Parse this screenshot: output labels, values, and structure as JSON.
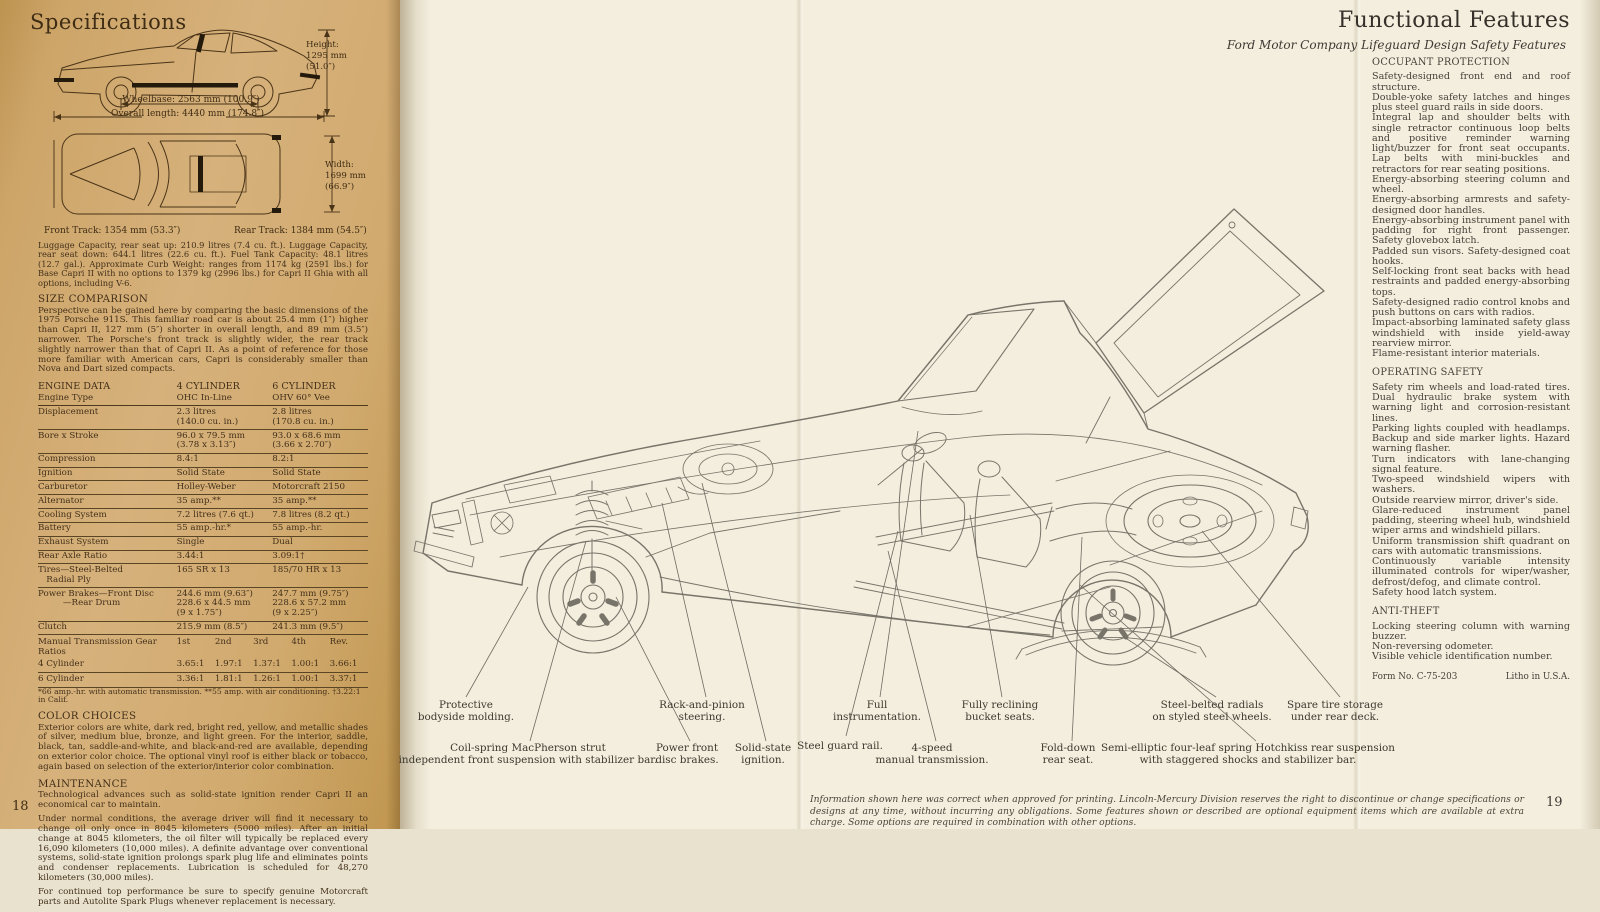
{
  "colors": {
    "left_page_background": "#d0a96e",
    "right_page_background": "#f3eedd",
    "left_ink": "#43301a",
    "right_ink": "#45403a",
    "line_art": "#78746a"
  },
  "left_page": {
    "page_number": "18",
    "title": "Specifications",
    "dimensions": {
      "height": "Height:\n1295 mm\n(51.0″)",
      "wheelbase": "Wheelbase: 2563 mm (100.9″)",
      "overall_length": "Overall length: 4440 mm (174.8″)",
      "width": "Width:\n1699 mm\n(66.9″)",
      "front_track": "Front Track: 1354 mm (53.3″)",
      "rear_track": "Rear Track: 1384 mm (54.5″)"
    },
    "luggage_paragraph": "Luggage Capacity, rear seat up: 210.9 litres (7.4 cu. ft.). Luggage Capacity, rear seat down: 644.1 litres (22.6 cu. ft.). Fuel Tank Capacity: 48.1 litres (12.7 gal.). Approximate Curb Weight: ranges from 1174 kg (2591 lbs.) for Base Capri II with no options to 1379 kg (2996 lbs.) for Capri II Ghia with all options, including V-6.",
    "size_comparison": {
      "heading": "SIZE COMPARISON",
      "body": "Perspective can be gained here by comparing the basic dimensions of the 1975 Porsche 911S. This familiar road car is about 25.4 mm (1″) higher than Capri II, 127 mm (5″) shorter in overall length, and 89 mm (3.5″) narrower. The Porsche's front track is slightly wider, the rear track slightly narrower than that of Capri II. As a point of reference for those more familiar with American cars, Capri is considerably smaller than Nova and Dart sized compacts."
    },
    "engine_table": {
      "heading": "ENGINE DATA",
      "col_4cyl": "4 CYLINDER",
      "col_6cyl": "6 CYLINDER",
      "rows": [
        {
          "label": "Engine Type",
          "v4": "OHC In-Line",
          "v6": "OHV 60° Vee"
        },
        {
          "label": "Displacement",
          "v4": "2.3 litres\n(140.0 cu. in.)",
          "v6": "2.8 litres\n(170.8 cu. in.)"
        },
        {
          "label": "Bore x Stroke",
          "v4": "96.0 x 79.5 mm\n(3.78 x 3.13″)",
          "v6": "93.0 x 68.6 mm\n(3.66 x 2.70″)"
        },
        {
          "label": "Compression",
          "v4": "8.4:1",
          "v6": "8.2:1"
        },
        {
          "label": "Ignition",
          "v4": "Solid State",
          "v6": "Solid State"
        },
        {
          "label": "Carburetor",
          "v4": "Holley-Weber",
          "v6": "Motorcraft 2150"
        },
        {
          "label": "Alternator",
          "v4": "35 amp.**",
          "v6": "35 amp.**"
        },
        {
          "label": "Cooling System",
          "v4": "7.2 litres (7.6 qt.)",
          "v6": "7.8 litres (8.2 qt.)"
        },
        {
          "label": "Battery",
          "v4": "55 amp.-hr.*",
          "v6": "55 amp.-hr."
        },
        {
          "label": "Exhaust System",
          "v4": "Single",
          "v6": "Dual"
        },
        {
          "label": "Rear Axle Ratio",
          "v4": "3.44:1",
          "v6": "3.09:1†"
        },
        {
          "label": "Tires—Steel-Belted\n   Radial Ply",
          "v4": "165 SR x 13",
          "v6": "185/70 HR x 13"
        },
        {
          "label": "Power Brakes—Front Disc\n         —Rear Drum",
          "v4": "244.6 mm (9.63″)\n228.6 x 44.5 mm\n(9 x 1.75″)",
          "v6": "247.7 mm (9.75″)\n228.6 x 57.2 mm\n(9 x 2.25″)"
        },
        {
          "label": "Clutch",
          "v4": "215.9 mm (8.5″)",
          "v6": "241.3 mm (9.5″)"
        }
      ],
      "gear_label": "Manual Transmission Gear Ratios",
      "gear_cols": [
        "1st",
        "2nd",
        "3rd",
        "4th",
        "Rev."
      ],
      "gear_rows": [
        {
          "label": "4 Cylinder",
          "values": [
            "3.65:1",
            "1.97:1",
            "1.37:1",
            "1.00:1",
            "3.66:1"
          ]
        },
        {
          "label": "6 Cylinder",
          "values": [
            "3.36:1",
            "1.81:1",
            "1.26:1",
            "1.00:1",
            "3.37:1"
          ]
        }
      ],
      "footnote": "*66 amp.-hr. with automatic transmission.  **55 amp. with air conditioning.  †3.22:1 in Calif."
    },
    "color_choices": {
      "heading": "COLOR CHOICES",
      "body": "Exterior colors are white, dark red, bright red, yellow, and metallic shades of silver, medium blue, bronze, and light green. For the interior, saddle, black, tan, saddle-and-white, and black-and-red are available, depending on exterior color choice. The optional vinyl roof is either black or tobacco, again based on selection of the exterior/interior color combination."
    },
    "maintenance": {
      "heading": "MAINTENANCE",
      "paragraphs": [
        "Technological advances such as solid-state ignition render Capri II an economical car to maintain.",
        "Under normal conditions, the average driver will find it necessary to change oil only once in 8045 kilometers (5000 miles). After an initial change at 8045 kilometers, the oil filter will typically be replaced every 16,090 kilometers (10,000 miles). A definite advantage over conventional systems, solid-state ignition prolongs spark plug life and eliminates points and condenser replacements. Lubrication is scheduled for 48,270 kilometers (30,000 miles).",
        "For continued top performance be sure to specify genuine Motorcraft parts and Autolite Spark Plugs whenever replacement is necessary."
      ]
    }
  },
  "right_page": {
    "page_number": "19",
    "title": "Functional Features",
    "subtitle": "Ford Motor Company Lifeguard Design Safety Features",
    "sections": [
      {
        "heading": "OCCUPANT PROTECTION",
        "items": [
          "Safety-designed front end and roof structure.",
          "Double-yoke safety latches and hinges plus steel guard rails in side doors.",
          "Integral lap and shoulder belts with single retractor continuous loop belts and positive reminder warning light/buzzer for front seat occupants. Lap belts with mini-buckles and retractors for rear seating positions.",
          "Energy-absorbing steering column and wheel.",
          "Energy-absorbing armrests and safety-designed door handles.",
          "Energy-absorbing instrument panel with padding for right front passenger. Safety glovebox latch.",
          "Padded sun visors. Safety-designed coat hooks.",
          "Self-locking front seat backs with head restraints and padded energy-absorbing tops.",
          "Safety-designed radio control knobs and push buttons on cars with radios.",
          "Impact-absorbing laminated safety glass windshield with inside yield-away rearview mirror.",
          "Flame-resistant interior materials."
        ]
      },
      {
        "heading": "OPERATING SAFETY",
        "items": [
          "Safety rim wheels and load-rated tires. Dual hydraulic brake system with warning light and corrosion-resistant lines.",
          "Parking lights coupled with headlamps. Backup and side marker lights. Hazard warning flasher.",
          "Turn indicators with lane-changing signal feature.",
          "Two-speed windshield wipers with washers.",
          "Outside rearview mirror, driver's side.",
          "Glare-reduced instrument panel padding, steering wheel hub, windshield wiper arms and windshield pillars.",
          "Uniform transmission shift quadrant on cars with automatic transmissions.",
          "Continuously variable intensity illuminated controls for wiper/washer, defrost/defog, and climate control.",
          "Safety hood latch system."
        ]
      },
      {
        "heading": "ANTI-THEFT",
        "items": [
          "Locking steering column with warning buzzer.",
          "Non-reversing odometer.",
          "Visible vehicle identification number."
        ]
      }
    ],
    "form_number": "Form No. C-75-203",
    "litho": "Litho in U.S.A.",
    "callouts": [
      "Protective\nbodyside molding.",
      "Coil-spring MacPherson strut\nindependent front suspension with stabilizer bar.",
      "Rack-and-pinion\nsteering.",
      "Power front\ndisc brakes.",
      "Solid-state\nignition.",
      "Steel guard rail.",
      "Full\ninstrumentation.",
      "4-speed\nmanual transmission.",
      "Fully reclining\nbucket seats.",
      "Fold-down\nrear seat.",
      "Steel-belted radials\non styled steel wheels.",
      "Semi-elliptic four-leaf spring Hotchkiss rear suspension\nwith staggered shocks and stabilizer bar.",
      "Spare tire storage\nunder rear deck."
    ],
    "disclaimer": "Information shown here was correct when approved for printing. Lincoln-Mercury Division reserves the right to discontinue or change specifications or designs at any time, without incurring any obligations. Some features shown or described are optional equipment items which are available at extra charge. Some options are required in combination with other options."
  }
}
